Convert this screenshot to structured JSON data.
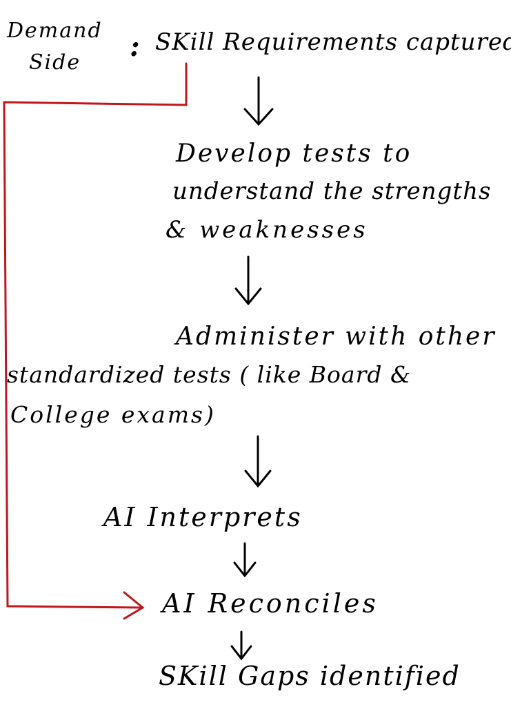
{
  "demand_label": {
    "line1": "Demand",
    "line2": "Side",
    "separator": ":"
  },
  "steps": {
    "requirements": "SKill Requirements captured",
    "develop": {
      "line1": "Develop tests to",
      "line2": "understand the strengths",
      "line3": "& weaknesses"
    },
    "administer": {
      "line1": "Administer with other",
      "line2": "standardized tests ( like Board &",
      "line3": "College exams)"
    },
    "interprets": "AI Interprets",
    "reconciles": "AI Reconciles",
    "gaps": "SKill Gaps identified"
  },
  "colors": {
    "ink": "#000000",
    "feedback_line": "#c0161c"
  }
}
